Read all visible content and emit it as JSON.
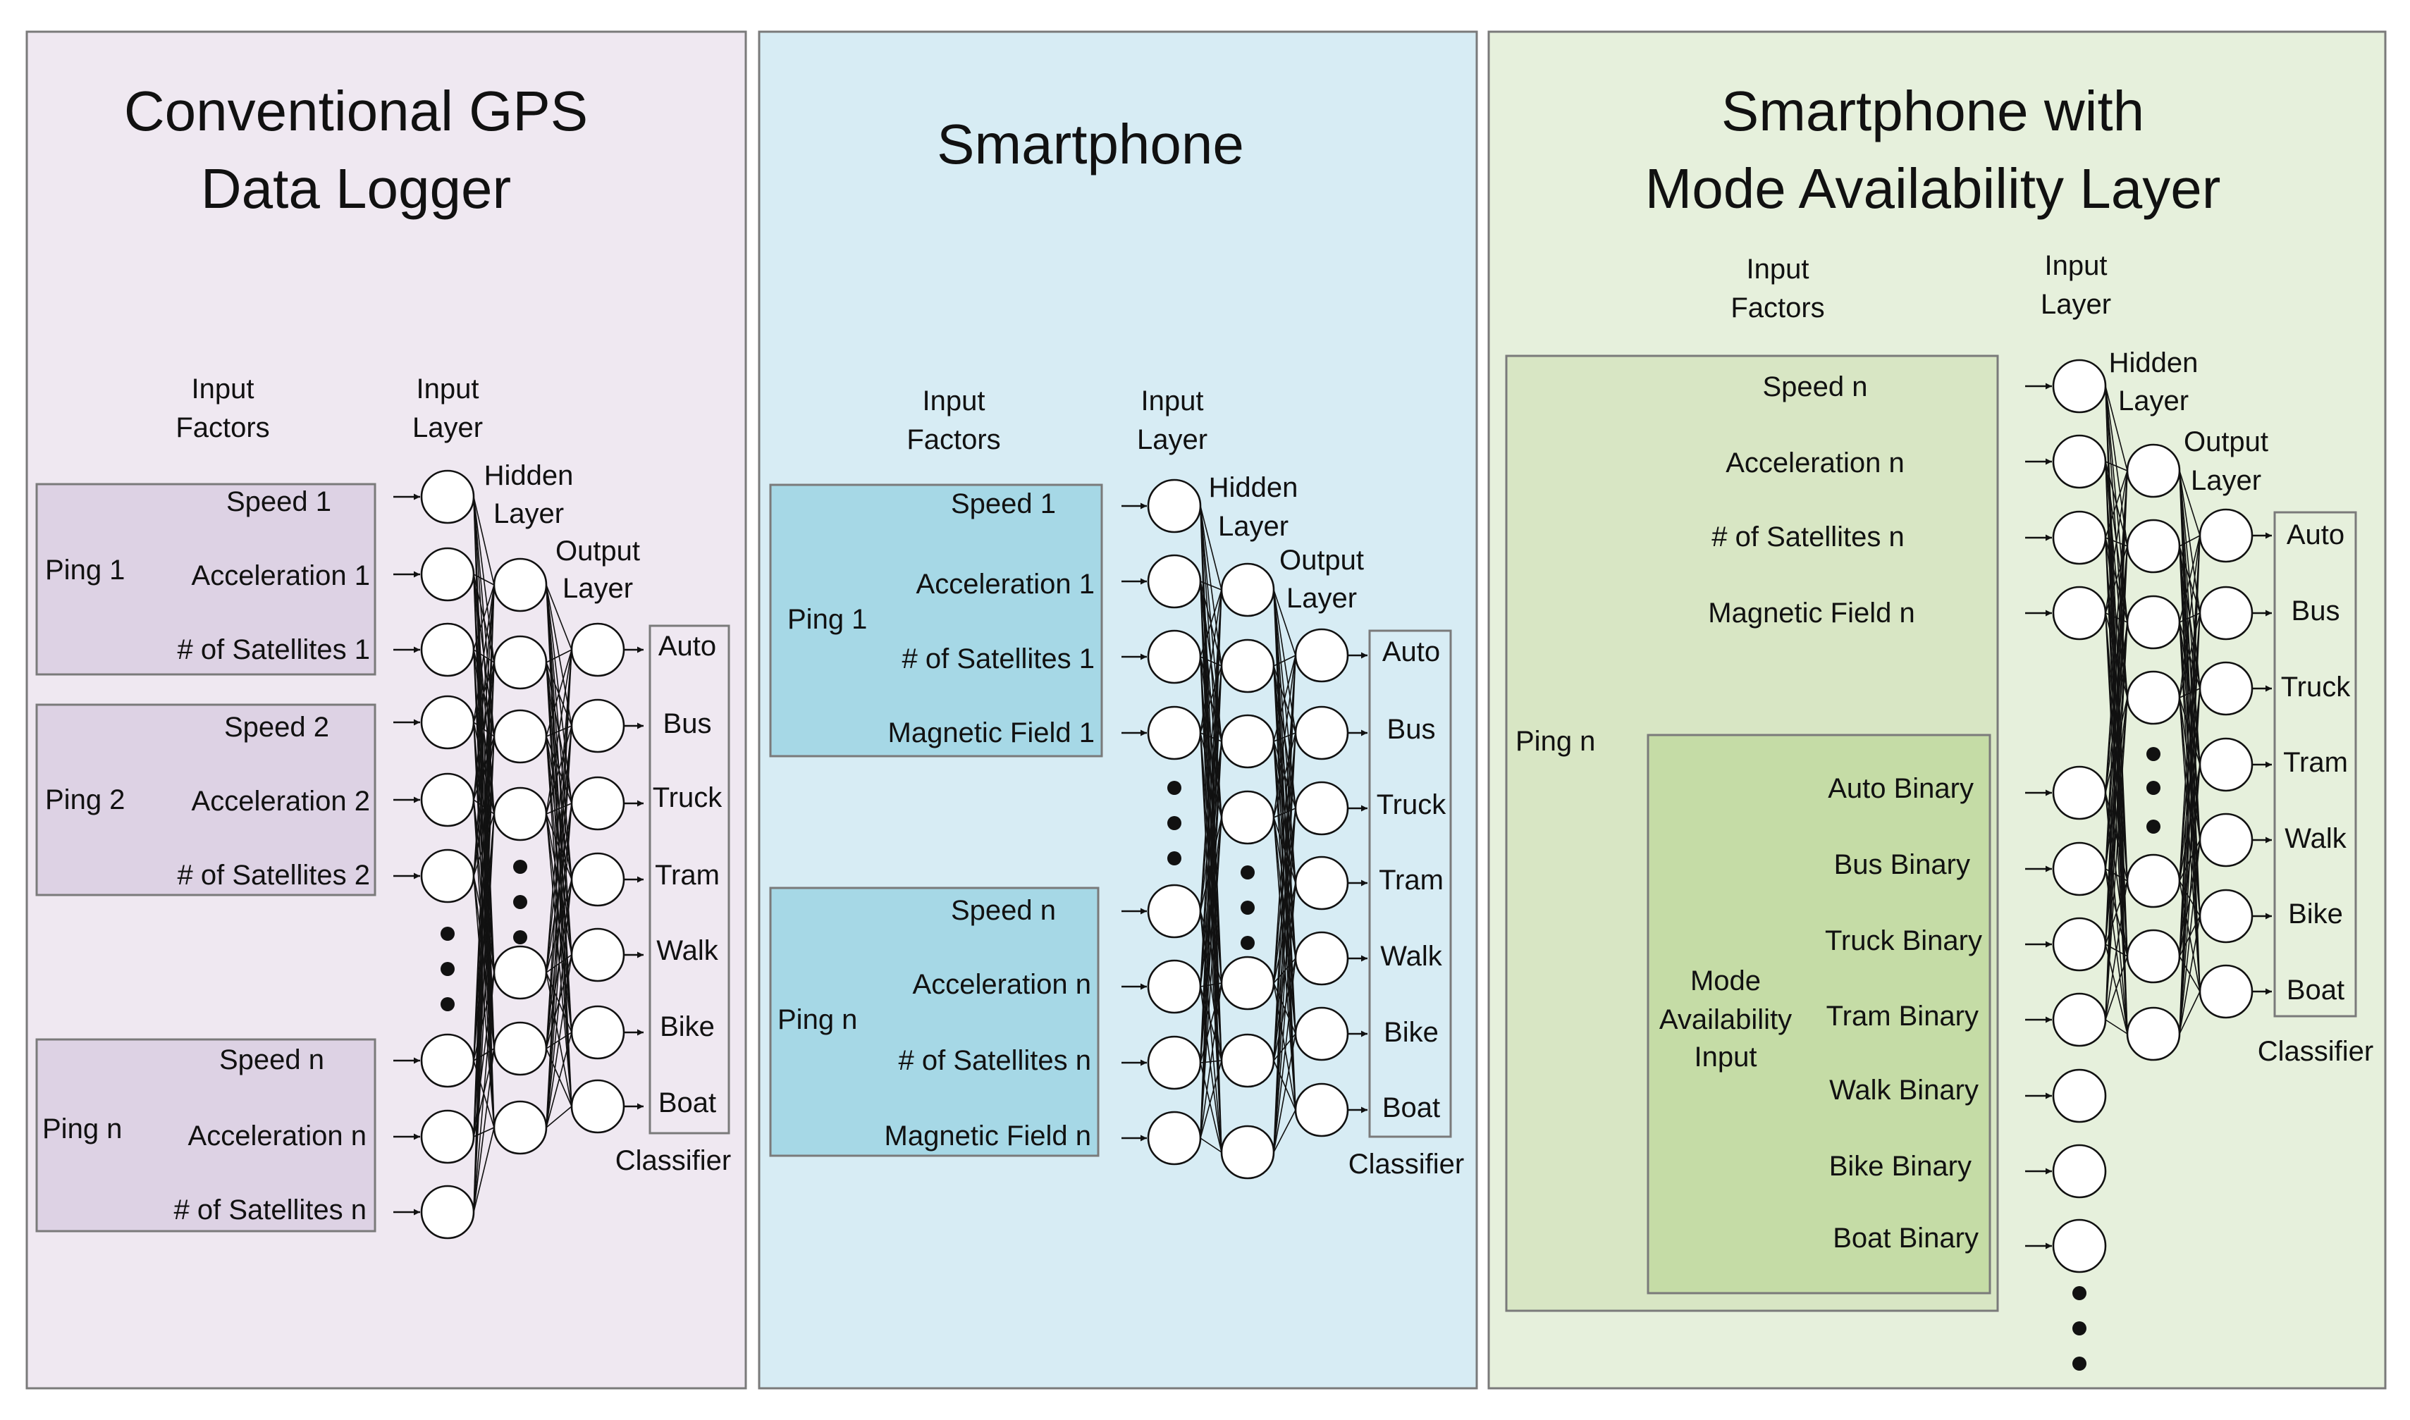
{
  "panels": [
    {
      "title": [
        "Conventional GPS",
        "Data Logger"
      ],
      "header_factors": [
        "Input",
        "Factors"
      ],
      "header_input": [
        "Input",
        "Layer"
      ],
      "header_hidden": [
        "Hidden",
        "Layer"
      ],
      "header_output": [
        "Output",
        "Layer"
      ],
      "groups": [
        {
          "label": "Ping 1",
          "factors": [
            "Speed 1",
            "Acceleration 1",
            "# of Satellites 1"
          ]
        },
        {
          "label": "Ping 2",
          "factors": [
            "Speed 2",
            "Acceleration 2",
            "# of Satellites 2"
          ]
        },
        {
          "label": "Ping n",
          "factors": [
            "Speed n",
            "Acceleration n",
            "# of Satellites n"
          ]
        }
      ],
      "classes": [
        "Auto",
        "Bus",
        "Truck",
        "Tram",
        "Walk",
        "Bike",
        "Boat"
      ],
      "classifier_label": "Classifier"
    },
    {
      "title": [
        "Smartphone"
      ],
      "header_factors": [
        "Input",
        "Factors"
      ],
      "header_input": [
        "Input",
        "Layer"
      ],
      "header_hidden": [
        "Hidden",
        "Layer"
      ],
      "header_output": [
        "Output",
        "Layer"
      ],
      "groups": [
        {
          "label": "Ping 1",
          "factors": [
            "Speed 1",
            "Acceleration 1",
            "# of Satellites 1",
            "Magnetic Field 1"
          ]
        },
        {
          "label": "Ping n",
          "factors": [
            "Speed n",
            "Acceleration n",
            "# of Satellites n",
            "Magnetic Field n"
          ]
        }
      ],
      "classes": [
        "Auto",
        "Bus",
        "Truck",
        "Tram",
        "Walk",
        "Bike",
        "Boat"
      ],
      "classifier_label": "Classifier"
    },
    {
      "title": [
        "Smartphone with",
        "Mode Availability Layer"
      ],
      "header_factors": [
        "Input",
        "Factors"
      ],
      "header_input": [
        "Input",
        "Layer"
      ],
      "header_hidden": [
        "Hidden",
        "Layer"
      ],
      "header_output": [
        "Output",
        "Layer"
      ],
      "ping_label": "Ping n",
      "factors": [
        "Speed n",
        "Acceleration n",
        "# of Satellites n",
        "Magnetic Field n"
      ],
      "mode_label": [
        "Mode",
        "Availability",
        "Input"
      ],
      "binaries": [
        "Auto Binary",
        "Bus Binary",
        "Truck Binary",
        "Tram Binary",
        "Walk Binary",
        "Bike Binary",
        "Boat Binary"
      ],
      "classes": [
        "Auto",
        "Bus",
        "Truck",
        "Tram",
        "Walk",
        "Bike",
        "Boat"
      ],
      "classifier_label": "Classifier"
    }
  ],
  "colors": {
    "panel1_bg": "#efe8f1",
    "panel1_box": "#ddd2e4",
    "panel2_bg": "#d7ecf4",
    "panel2_box": "#a6d8e6",
    "panel3_bg": "#e6f0dc",
    "panel3_box": "#d8e6c4",
    "panel3_inner": "#c5dca6",
    "border": "#7a7a7a",
    "line": "#111111"
  }
}
